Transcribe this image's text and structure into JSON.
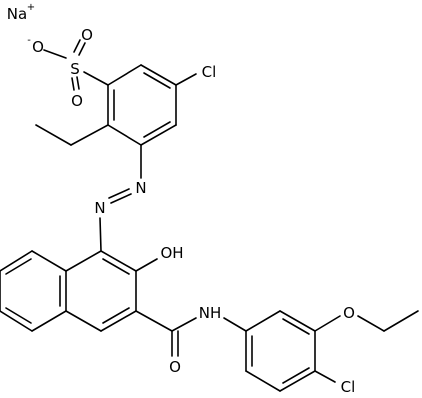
{
  "molecule": {
    "counterion": {
      "label": "Na",
      "charge": "+"
    },
    "sulfonate": {
      "sulfur": "S",
      "oxygen_charged": "O",
      "charge": "-",
      "oxygen_top": "O",
      "oxygen_bottom": "O"
    },
    "chloro_top": "Cl",
    "azo": {
      "n1": "N",
      "n2": "N"
    },
    "hydroxyl": "OH",
    "amide": {
      "nh": "NH",
      "carbonyl_o": "O"
    },
    "ether_o": "O",
    "chloro_bottom": "Cl"
  }
}
